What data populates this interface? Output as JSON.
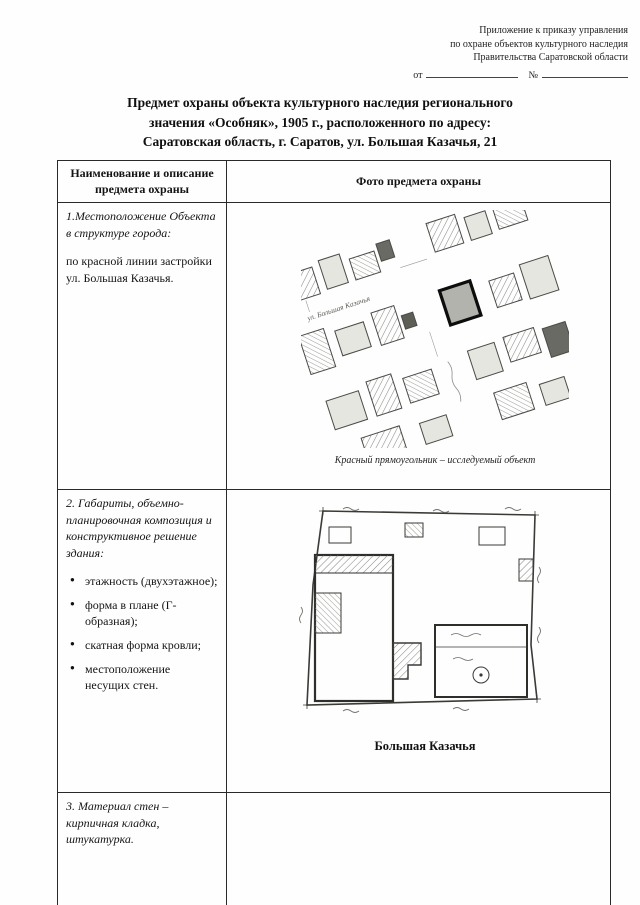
{
  "corner": {
    "line1": "Приложение к приказу управления",
    "line2": "по охране объектов культурного наследия",
    "line3": "Правительства Саратовской области",
    "from_label": "от",
    "number_label": "№"
  },
  "title": {
    "line1": "Предмет охраны объекта культурного наследия регионального",
    "line2": "значения «Особняк», 1905 г., расположенного по адресу:",
    "line3": "Саратовская область, г. Саратов, ул. Большая Казачья, 21"
  },
  "table": {
    "header": {
      "col1": "Наименование и описание предмета охраны",
      "col2": "Фото предмета охраны"
    },
    "row1": {
      "item_title": "1.Местоположение Объекта в структуре города:",
      "item_body": "по красной линии застройки ул. Большая Казачья.",
      "map_street_label": "ул. Большая Казачья",
      "caption": "Красный прямоугольник – исследуемый объект"
    },
    "row2": {
      "item_title": "2. Габариты, объемно-планировочная композиция и конструктивное решение здания:",
      "bullets": [
        "этажность (двухэтажное);",
        "форма в плане (Г-образная);",
        "скатная форма кровли;",
        "местоположение несущих стен."
      ],
      "caption": "Большая Казачья"
    },
    "row3": {
      "item_title": "3. Материал стен – кирпичная кладка, штукатурка."
    }
  }
}
